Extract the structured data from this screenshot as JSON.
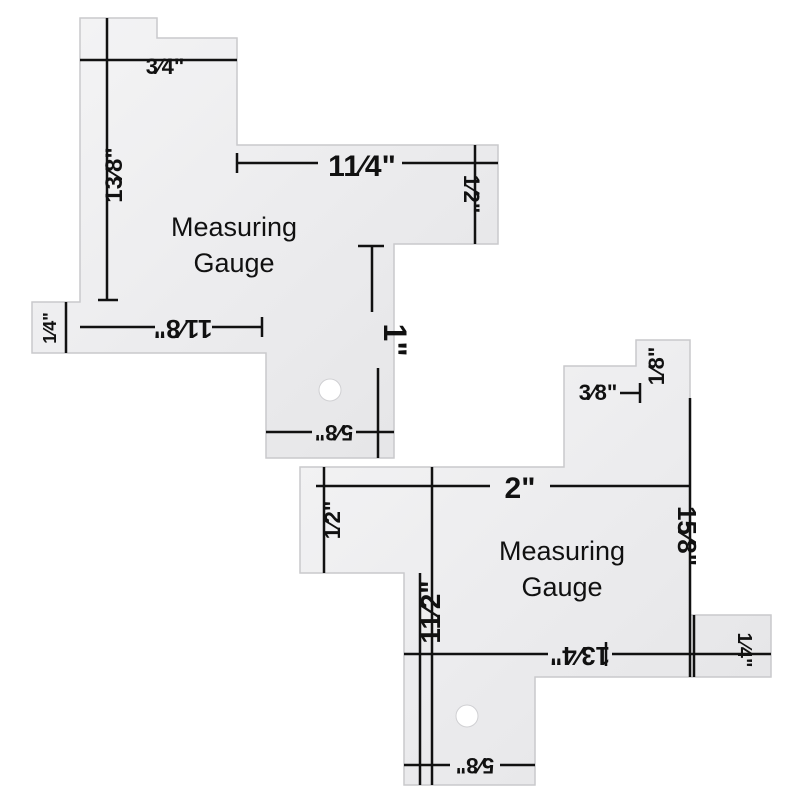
{
  "gauges": [
    {
      "title_line1": "Measuring",
      "title_line2": "Gauge",
      "labels": {
        "three_quarter": "3⁄4\"",
        "one_three_eighths": "13⁄8\"",
        "one_quarter_big": "11⁄4\"",
        "one_half": "1⁄2\"",
        "one": "1\"",
        "one_eighth": "11⁄8\"",
        "quarter": "1⁄4\"",
        "five_eighths": "5⁄8\""
      }
    },
    {
      "title_line1": "Measuring",
      "title_line2": "Gauge",
      "labels": {
        "two": "2\"",
        "one_eighth": "1⁄8\"",
        "three_eighths": "3⁄8\"",
        "one_half": "1⁄2\"",
        "one_five_eighths": "15⁄8\"",
        "one_and_half": "11⁄2\"",
        "one_three_quarters": "13⁄4\"",
        "quarter": "1⁄4\"",
        "five_eighths": "5⁄8\""
      }
    }
  ],
  "colors": {
    "plate": "#eeeeef",
    "plate_edge": "#c9c9cc",
    "ink": "#111111",
    "hole": "#ffffff"
  }
}
